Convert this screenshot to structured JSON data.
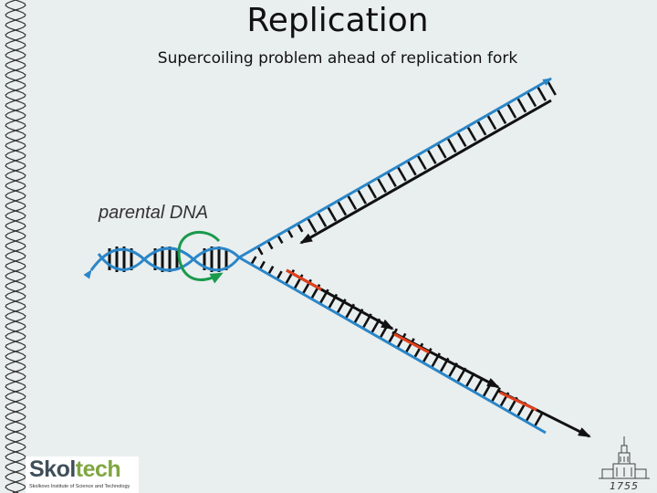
{
  "slide": {
    "title": "Replication",
    "subtitle": "Supercoiling problem ahead of replication fork"
  },
  "diagram": {
    "label_parental": "parental DNA",
    "colors": {
      "strand": "#2a86c8",
      "rung": "#111111",
      "primer": "#e2401c",
      "rotation_arrow": "#1a9a4c",
      "background": "#e9eeee"
    }
  },
  "logo": {
    "part1": "Skol",
    "part2": "tech",
    "tagline": "Skolkovo Institute of Science and Technology"
  },
  "emblem": {
    "year": "1755"
  }
}
